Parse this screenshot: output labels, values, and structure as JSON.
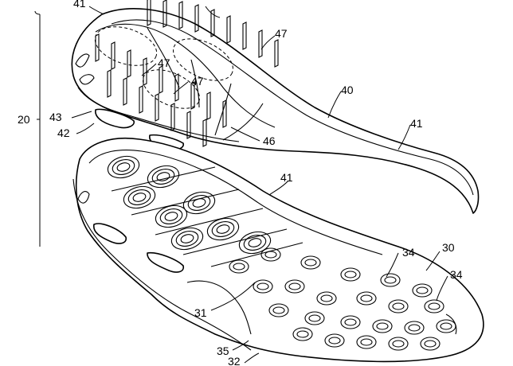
{
  "labels": {
    "l41_top": "41",
    "l47_a": "47",
    "l47_b": "47",
    "l47_c": "47",
    "l40": "40",
    "l41_right": "41",
    "l20": "20",
    "l43": "43",
    "l42": "42",
    "l46": "46",
    "l41_mid": "41",
    "l34_a": "34",
    "l30": "30",
    "l34_b": "34",
    "l31": "31",
    "l35": "35",
    "l32": "32"
  }
}
